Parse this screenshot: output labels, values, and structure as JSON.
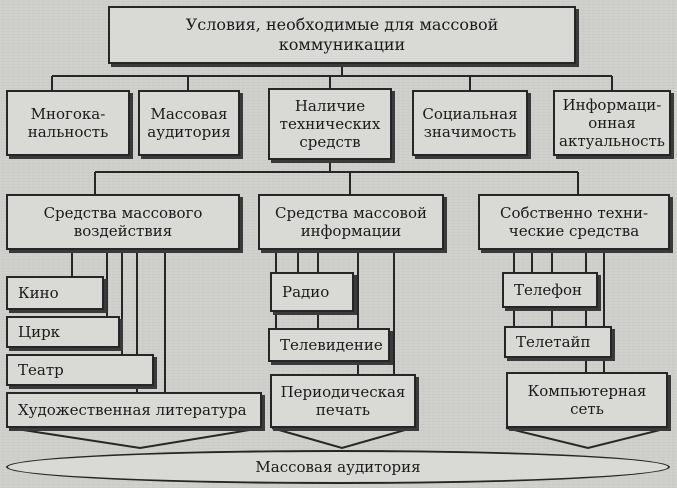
{
  "root": "Условия, необходимые для массовой\nкоммуникации",
  "conditions": [
    "Многока-\nнальность",
    "Массовая\nаудитория",
    "Наличие\nтехнических\nсредств",
    "Социальная\nзначимость",
    "Информаци-\nонная\nактуальность"
  ],
  "groups": [
    {
      "title": "Средства массового\nвоздействия",
      "items": [
        "Кино",
        "Цирк",
        "Театр",
        "Художественная литература"
      ]
    },
    {
      "title": "Средства массовой\nинформации",
      "items": [
        "Радио",
        "Телевидение",
        "Периодическая\nпечать"
      ]
    },
    {
      "title": "Собственно техни-\nческие средства",
      "items": [
        "Телефон",
        "Телетайп",
        "Компьютерная\nсеть"
      ]
    }
  ],
  "result": "Массовая аудитория"
}
